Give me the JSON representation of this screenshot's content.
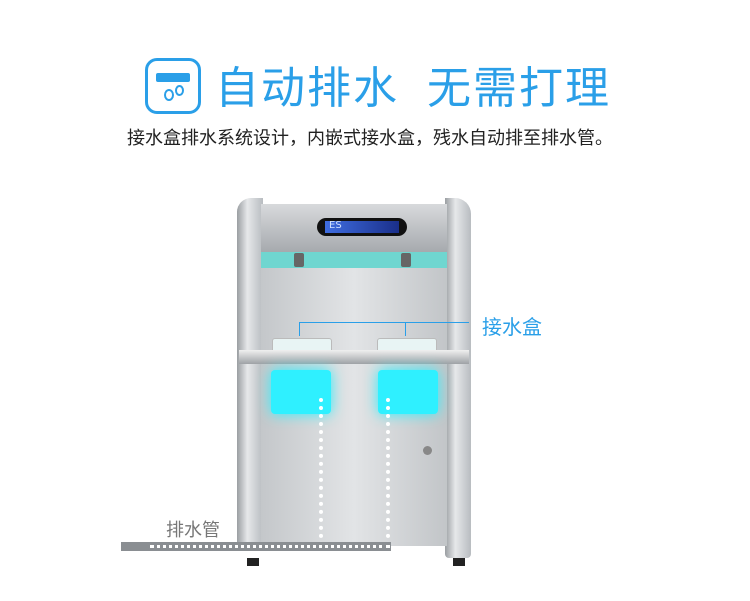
{
  "header": {
    "title_part1": "自动排水",
    "title_part2": "无需打理",
    "subtitle": "接水盒排水系统设计，内嵌式接水盒，残水自动排至排水管。"
  },
  "machine": {
    "display_text": "ES",
    "callout_box": "接水盒",
    "callout_pipe": "排水管"
  },
  "colors": {
    "accent": "#2a9fe8",
    "teal": "#6fd6d0",
    "glow": "#2ff0ff"
  }
}
